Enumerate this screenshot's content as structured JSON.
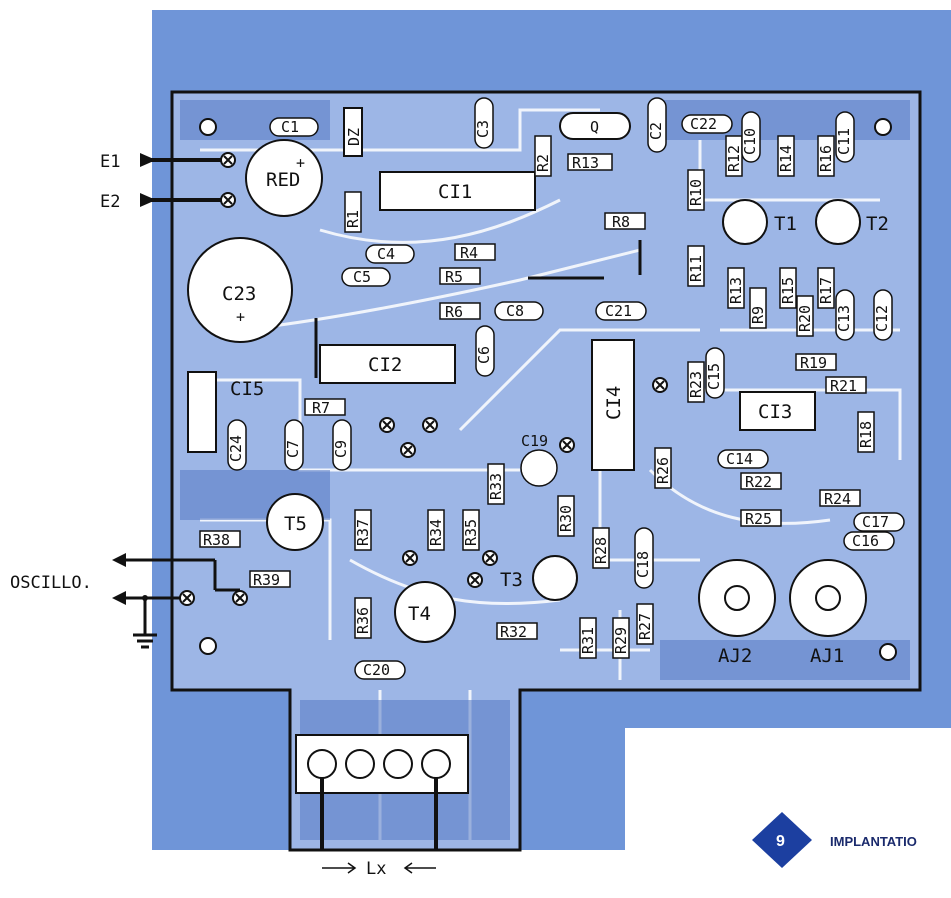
{
  "inputs": {
    "e1": "E1",
    "e2": "E2",
    "oscillo": "OSCILLO.",
    "lx": "Lx"
  },
  "badge": {
    "number": "9",
    "text": "IMPLANTATIO"
  },
  "components": {
    "resistors": [
      "R1",
      "R2",
      "R4",
      "R5",
      "R6",
      "R7",
      "R8",
      "R9",
      "R10",
      "R11",
      "R12",
      "R13",
      "R13",
      "R14",
      "R15",
      "R16",
      "R17",
      "R18",
      "R19",
      "R20",
      "R21",
      "R22",
      "R23",
      "R24",
      "R25",
      "R26",
      "R27",
      "R28",
      "R29",
      "R30",
      "R31",
      "R32",
      "R33",
      "R34",
      "R35",
      "R36",
      "R37",
      "R38",
      "R39"
    ],
    "capacitors": [
      "C1",
      "C2",
      "C3",
      "C4",
      "C5",
      "C6",
      "C7",
      "C8",
      "C9",
      "C10",
      "C11",
      "C12",
      "C13",
      "C14",
      "C15",
      "C16",
      "C17",
      "C18",
      "C19",
      "C20",
      "C21",
      "C22",
      "C23",
      "C24"
    ],
    "ics": [
      "CI1",
      "CI2",
      "CI3",
      "CI4",
      "CI5"
    ],
    "transistors": [
      "T1",
      "T2",
      "T3",
      "T4",
      "T5"
    ],
    "adjusters": [
      "AJ1",
      "AJ2"
    ],
    "others": {
      "bridge": "RED",
      "crystal": "Q",
      "zener": "DZ"
    }
  },
  "colors": {
    "copper": "#6f95d8",
    "copper_dark": "#5479c3",
    "board_bg": "#ffffff",
    "outline": "#111111",
    "badge_blue": "#1c3fa0"
  }
}
